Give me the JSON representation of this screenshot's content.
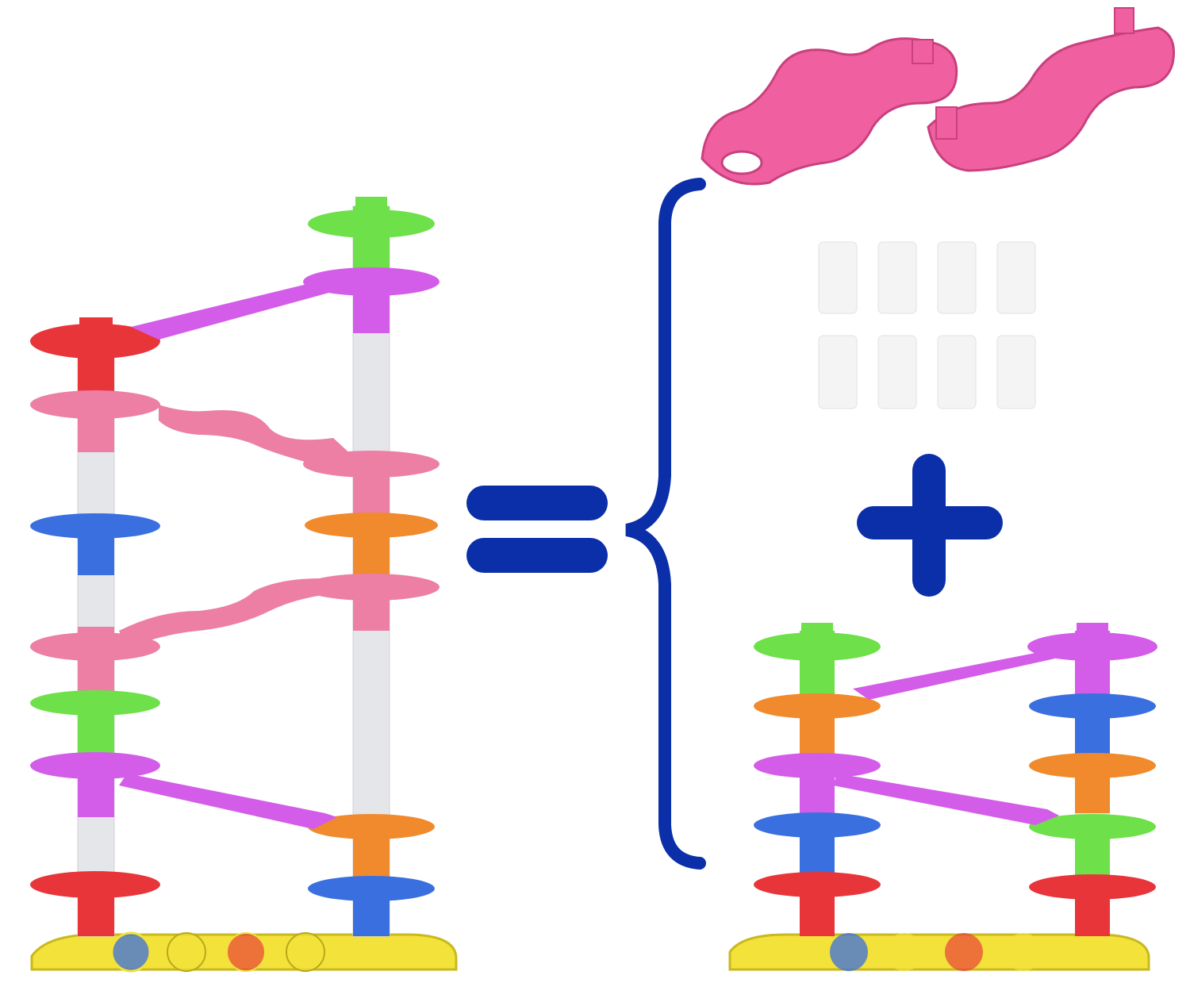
{
  "colors": {
    "background": "#ffffff",
    "symbol_blue": "#0a2fa8",
    "red": "#e8353a",
    "pink": "#ec7fa3",
    "blue": "#3a6fe0",
    "green": "#6ee04a",
    "magenta": "#d35de8",
    "orange": "#f08a2c",
    "yellow": "#f2e23a",
    "clear_tube": "#e4e6ea",
    "white_connector": "#f4f4f4",
    "extra_track_pink": "#f060a0"
  },
  "icons": {
    "equals": "equals-sign-icon",
    "plus": "plus-sign-icon",
    "brace": "left-curly-brace-icon"
  },
  "large_tower": {
    "left_column_discs": [
      "red",
      "pink",
      "blue",
      "pink",
      "green",
      "magenta",
      "red"
    ],
    "right_column_discs": [
      "green",
      "magenta",
      "pink",
      "orange",
      "pink",
      "orange",
      "blue"
    ],
    "ramps": [
      "magenta",
      "pink",
      "pink",
      "magenta"
    ],
    "balls": [
      "blue",
      "yellow",
      "red",
      "yellow"
    ]
  },
  "small_tower": {
    "left_column_discs": [
      "green",
      "orange",
      "magenta",
      "blue",
      "red"
    ],
    "right_column_discs": [
      "magenta",
      "blue",
      "orange",
      "green",
      "red"
    ],
    "ramps": [
      "magenta",
      "magenta"
    ],
    "balls": [
      "blue",
      "yellow",
      "red",
      "yellow"
    ]
  },
  "extra_parts": {
    "pink_tracks": 2,
    "white_connectors": 8
  }
}
